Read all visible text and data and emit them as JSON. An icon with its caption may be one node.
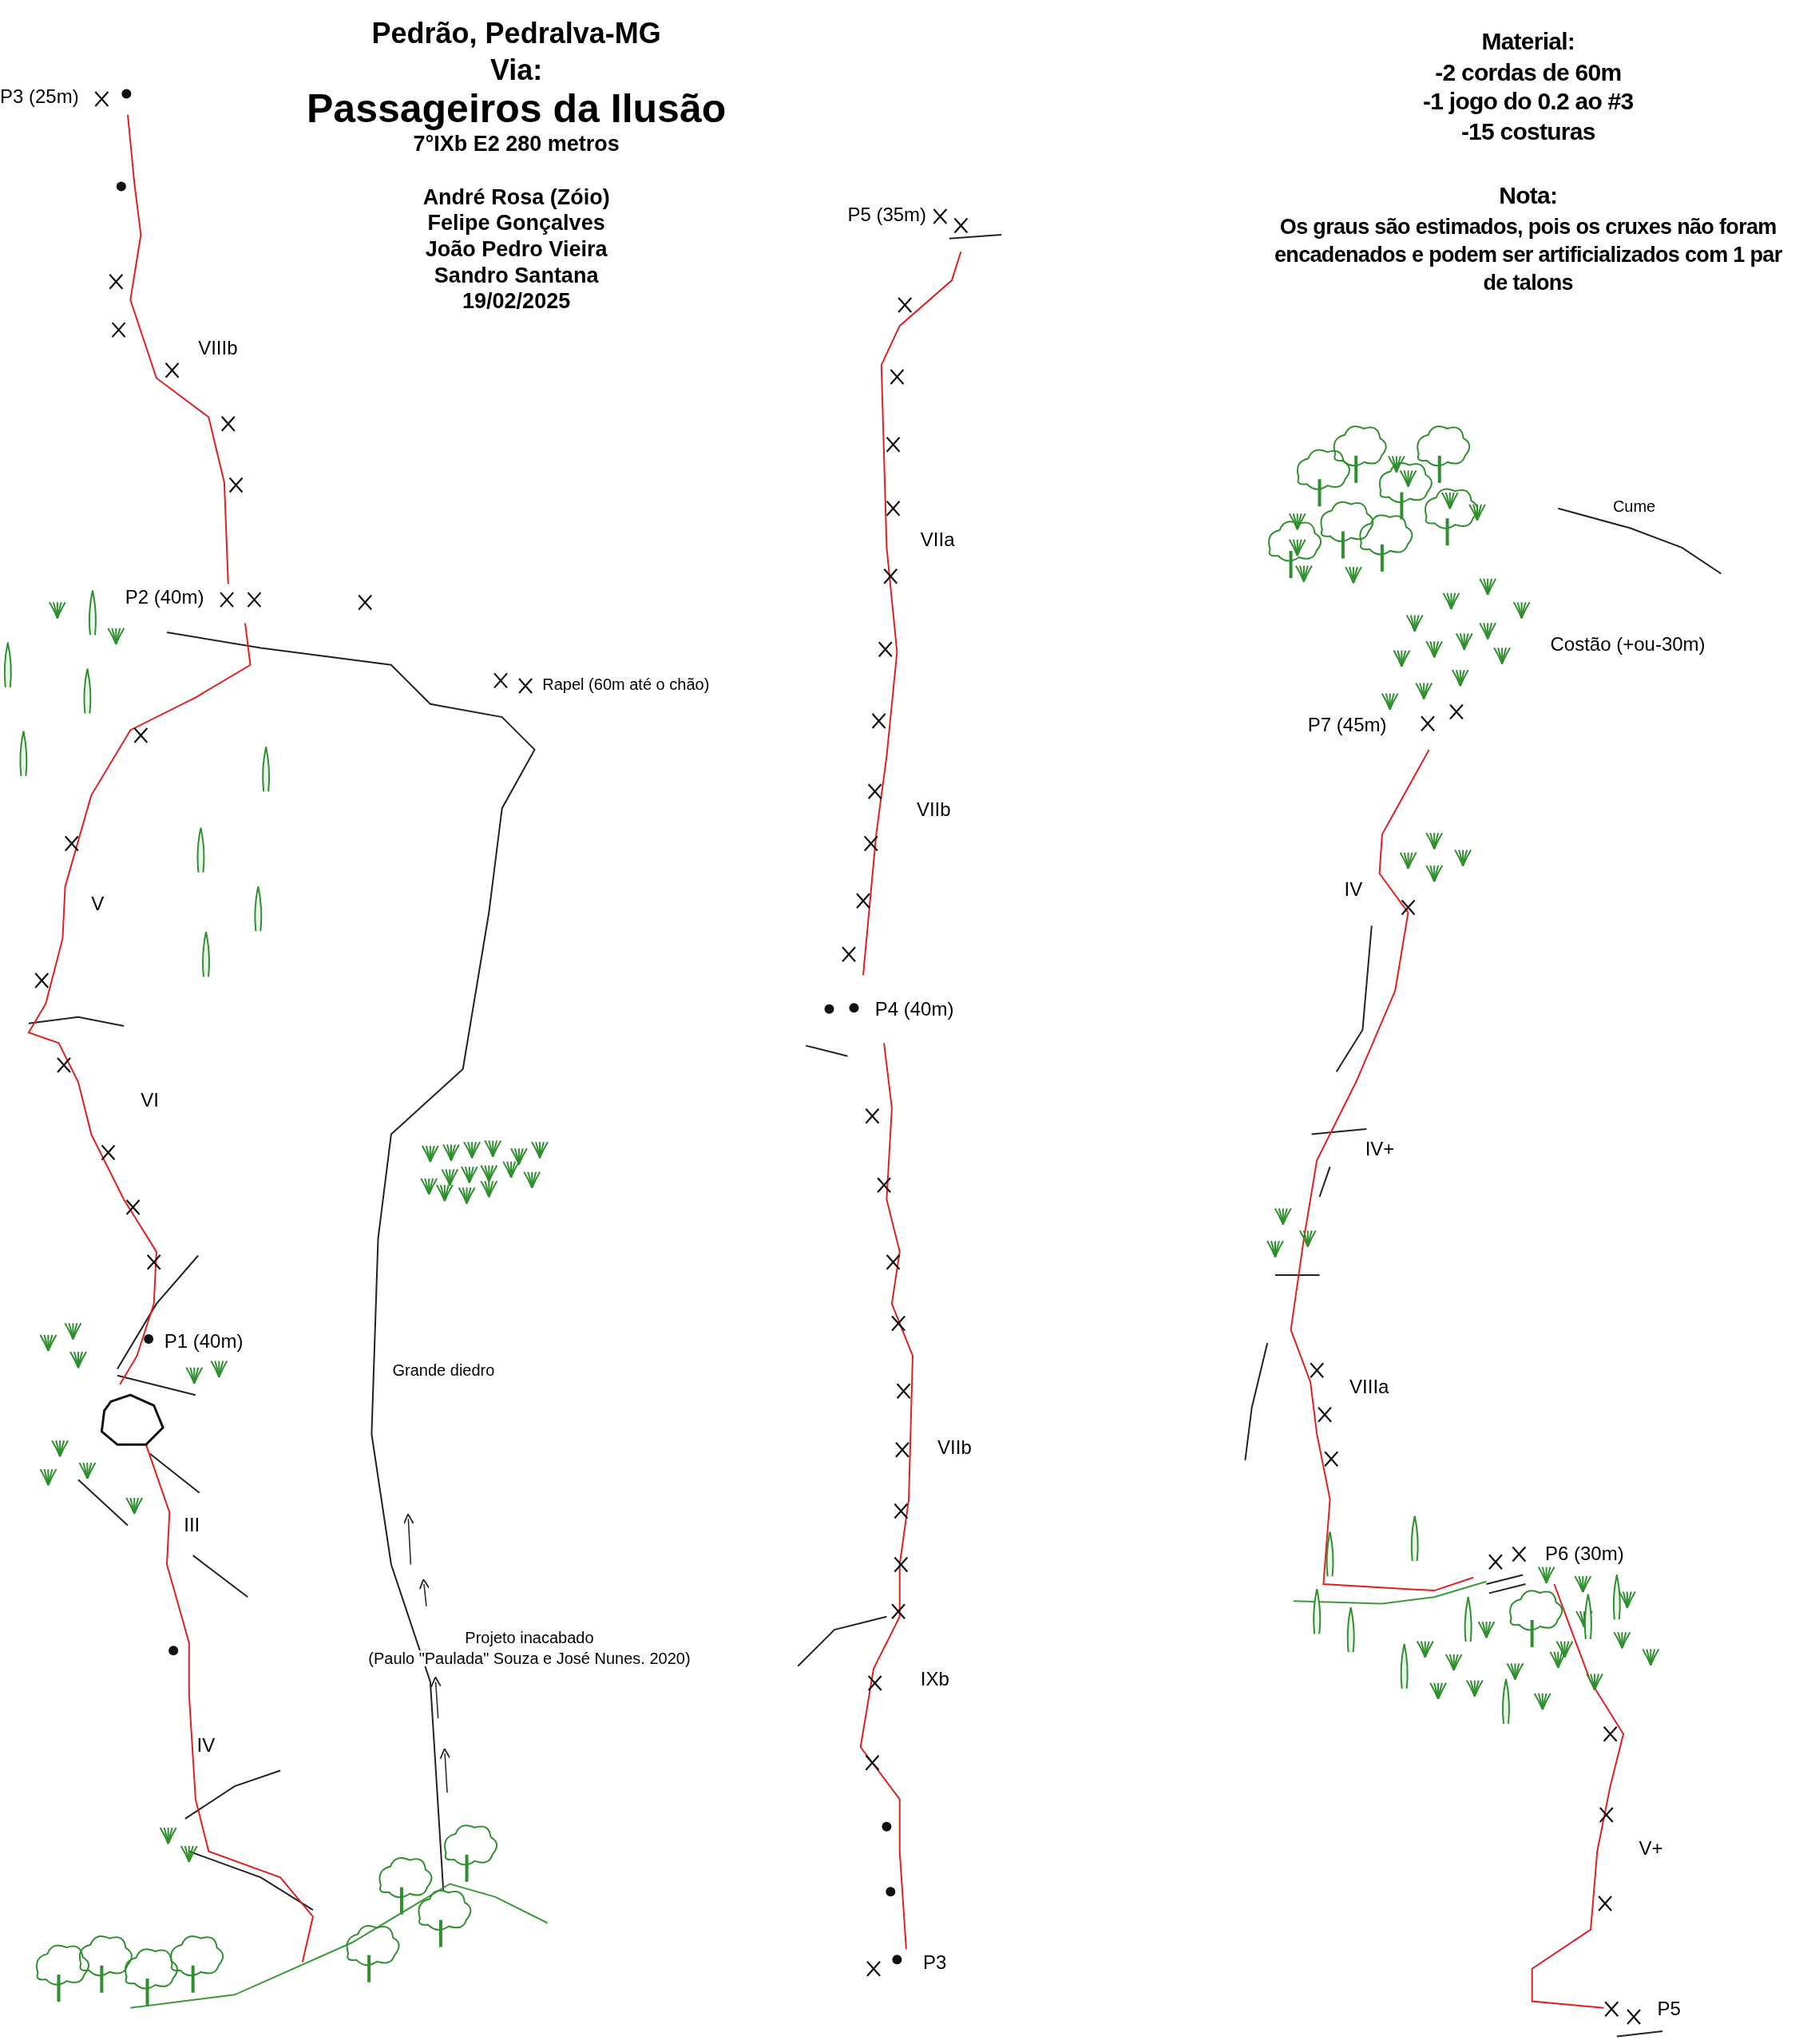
{
  "diagram": {
    "title": "Passageiros da Ilusão",
    "labels": [
      "Pedrão, Pedralva-MG",
      "Via:",
      "7°IXb E2 280 metros",
      "André Rosa (Zóio)",
      "Felipe Gonçalves",
      "João Pedro Vieira",
      "Sandro Santana",
      "19/02/2025",
      "Material:",
      "-2 cordas de 60m",
      "-1 jogo do 0.2 ao #3",
      "-15 costuras",
      "Nota:",
      "Os graus são estimados, pois os cruxes não foram encadenados e podem ser artificializados com 1 par de talons",
      "P3 (25m)",
      "VIIIb",
      "P2 (40m)",
      "Rapel (60m até o chão)",
      "V",
      "VI",
      "P1 (40m)",
      "Grande diedro",
      "III",
      "Projeto inacabado",
      "(Paulo \"Paulada\" Souza e José Nunes. 2020)",
      "IV",
      "P5 (35m)",
      "VIIa",
      "VIIb",
      "P4 (40m)",
      "VIIb",
      "IXb",
      "P3",
      "Cume",
      "Costão (+ou-30m)",
      "P7 (45m)",
      "IV",
      "IV+",
      "VIIIa",
      "P6 (30m)",
      "V+",
      "P5"
    ]
  }
}
